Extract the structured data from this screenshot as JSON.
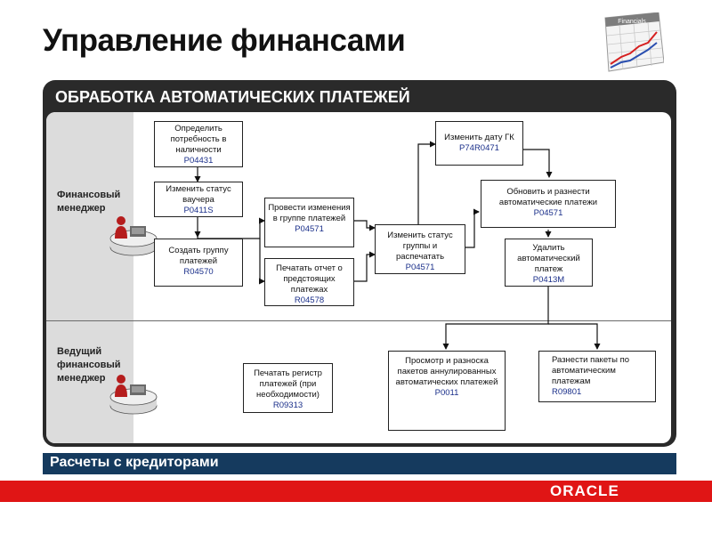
{
  "title": "Управление финансами",
  "logo": {
    "icon": "financials-chart-icon",
    "label": "Financials"
  },
  "panel": {
    "title": "ОБРАБОТКА АВТОМАТИЧЕСКИХ ПЛАТЕЖЕЙ",
    "lanes": [
      {
        "label_line1": "Финансовый",
        "label_line2": "менеджер",
        "label_line3": ""
      },
      {
        "label_line1": "Ведущий",
        "label_line2": "финансовый",
        "label_line3": "менеджер"
      }
    ],
    "steps": [
      {
        "text": "Определить потребность в наличности",
        "code": "P04431"
      },
      {
        "text": "Изменить статус ваучера",
        "code": "P0411S"
      },
      {
        "text": "Создать группу платежей",
        "code": "R04570"
      },
      {
        "text": "Провести изменения в группе платежей",
        "code": "P04571"
      },
      {
        "text": "Печатать отчет о предстоящих платежах",
        "code": "R04578"
      },
      {
        "text": "Изменить статус группы и распечатать",
        "code": "P04571"
      },
      {
        "text": "Изменить дату ГК",
        "code": "P74R0471"
      },
      {
        "text": "Обновить и разнести автоматические платежи",
        "code": "P04571"
      },
      {
        "text": "Удалить автоматический платеж",
        "code": "P0413M"
      },
      {
        "text": "Печатать регистр платежей (при необходимости)",
        "code": "R09313"
      },
      {
        "text": "Просмотр и разноска пакетов аннулированных автоматических платежей",
        "code": "P0011"
      },
      {
        "text": "Разнести пакеты по автоматическим платежам",
        "code": "R09801"
      }
    ]
  },
  "footer": {
    "section": "Расчеты с кредиторами",
    "brand": "ORACLE"
  },
  "colors": {
    "panel": "#2a2a2a",
    "footer_bar": "#153a5e",
    "brand_bar": "#e01515",
    "code_text": "#1a2f8a"
  }
}
